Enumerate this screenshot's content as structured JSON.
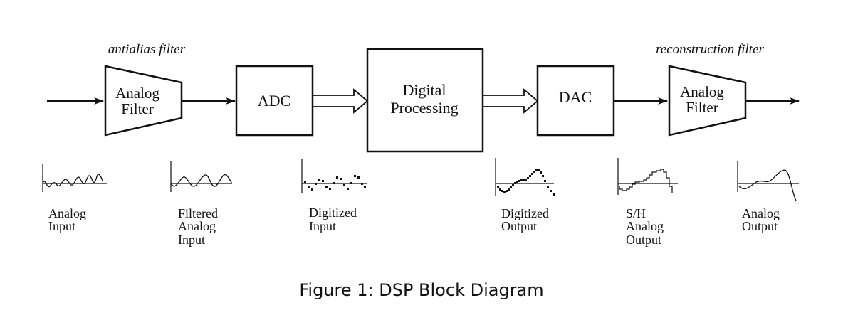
{
  "annotations": {
    "antialias": "antialias filter",
    "reconstruction": "reconstruction filter"
  },
  "blocks": {
    "analog_filter_in": [
      "Analog",
      "Filter"
    ],
    "adc": "ADC",
    "digital_processing": [
      "Digital",
      "Processing"
    ],
    "dac": "DAC",
    "analog_filter_out": [
      "Analog",
      "Filter"
    ]
  },
  "signals": [
    {
      "id": "analog-input",
      "lines": [
        "Analog",
        "Input"
      ]
    },
    {
      "id": "filtered-analog-input",
      "lines": [
        "Filtered",
        "Analog",
        "Input"
      ]
    },
    {
      "id": "digitized-input",
      "lines": [
        "Digitized",
        "Input"
      ]
    },
    {
      "id": "digitized-output",
      "lines": [
        "Digitized",
        "Output"
      ]
    },
    {
      "id": "sh-analog-output",
      "lines": [
        "S/H",
        "Analog",
        "Output"
      ]
    },
    {
      "id": "analog-output",
      "lines": [
        "Analog",
        "Output"
      ]
    }
  ],
  "caption": "Figure 1: DSP Block Diagram"
}
